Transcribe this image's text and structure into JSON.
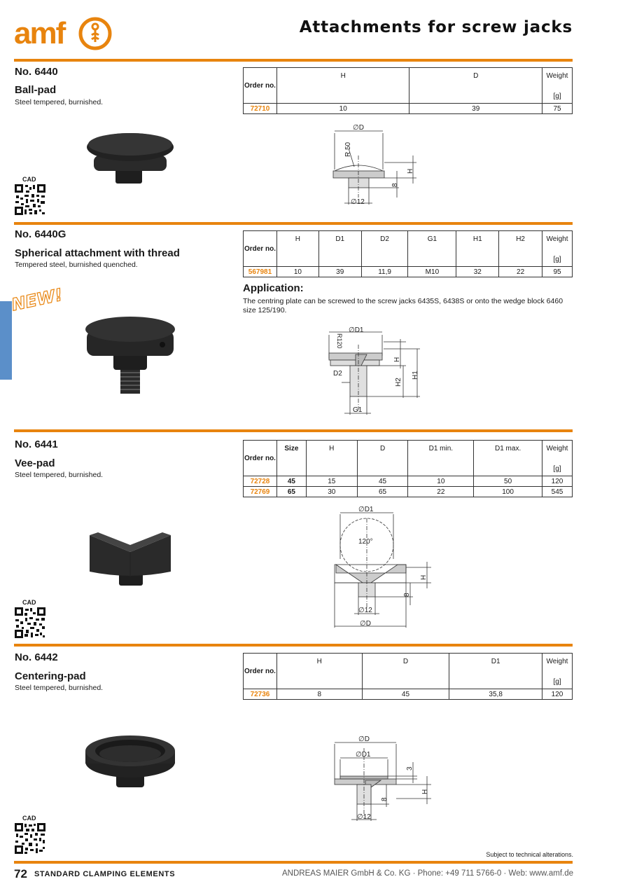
{
  "header": {
    "logo_text": "amf",
    "title": "Attachments for screw jacks"
  },
  "colors": {
    "accent": "#e8840e",
    "side_tab": "#5b8fc9",
    "text": "#1a1a1a"
  },
  "products": [
    {
      "number": "No. 6440",
      "name": "Ball-pad",
      "description": "Steel tempered, burnished.",
      "cad_label": "CAD",
      "table": {
        "headers": [
          "Order no.",
          "H",
          "D",
          "Weight"
        ],
        "unit": "[g]",
        "rows": [
          [
            "72710",
            "10",
            "39",
            "75"
          ]
        ]
      },
      "drawing_labels": [
        "∅D",
        "R 50",
        "H",
        "8",
        "∅12"
      ]
    },
    {
      "number": "No. 6440G",
      "name": "Spherical attachment with thread",
      "description": "Tempered steel, burnished quenched.",
      "badge": "NEW!",
      "table": {
        "headers": [
          "Order no.",
          "H",
          "D1",
          "D2",
          "G1",
          "H1",
          "H2",
          "Weight"
        ],
        "unit": "[g]",
        "rows": [
          [
            "567981",
            "10",
            "39",
            "11,9",
            "M10",
            "32",
            "22",
            "95"
          ]
        ]
      },
      "application_title": "Application:",
      "application_text": "The centring plate can be screwed to the screw jacks 6435S, 6438S or onto the wedge block 6460 size 125/190.",
      "drawing_labels": [
        "∅D1",
        "R120",
        "H",
        "D2",
        "H2",
        "H1",
        "G1"
      ]
    },
    {
      "number": "No. 6441",
      "name": "Vee-pad",
      "description": "Steel tempered, burnished.",
      "cad_label": "CAD",
      "table": {
        "headers": [
          "Order no.",
          "Size",
          "H",
          "D",
          "D1 min.",
          "D1 max.",
          "Weight"
        ],
        "unit": "[g]",
        "rows": [
          [
            "72728",
            "45",
            "15",
            "45",
            "10",
            "50",
            "120"
          ],
          [
            "72769",
            "65",
            "30",
            "65",
            "22",
            "100",
            "545"
          ]
        ]
      },
      "drawing_labels": [
        "∅D1",
        "120°",
        "H",
        "8",
        "∅12",
        "∅D"
      ]
    },
    {
      "number": "No. 6442",
      "name": "Centering-pad",
      "description": "Steel tempered, burnished.",
      "cad_label": "CAD",
      "table": {
        "headers": [
          "Order no.",
          "H",
          "D",
          "D1",
          "Weight"
        ],
        "unit": "[g]",
        "rows": [
          [
            "72736",
            "8",
            "45",
            "35,8",
            "120"
          ]
        ]
      },
      "drawing_labels": [
        "∅D",
        "∅D1",
        "3",
        "H",
        "8",
        "∅12"
      ]
    }
  ],
  "footer": {
    "note": "Subject to technical alterations.",
    "page_number": "72",
    "section": "STANDARD CLAMPING ELEMENTS",
    "company": "ANDREAS MAIER GmbH & Co. KG  ·  Phone: +49 711 5766-0  ·  Web: www.amf.de"
  }
}
